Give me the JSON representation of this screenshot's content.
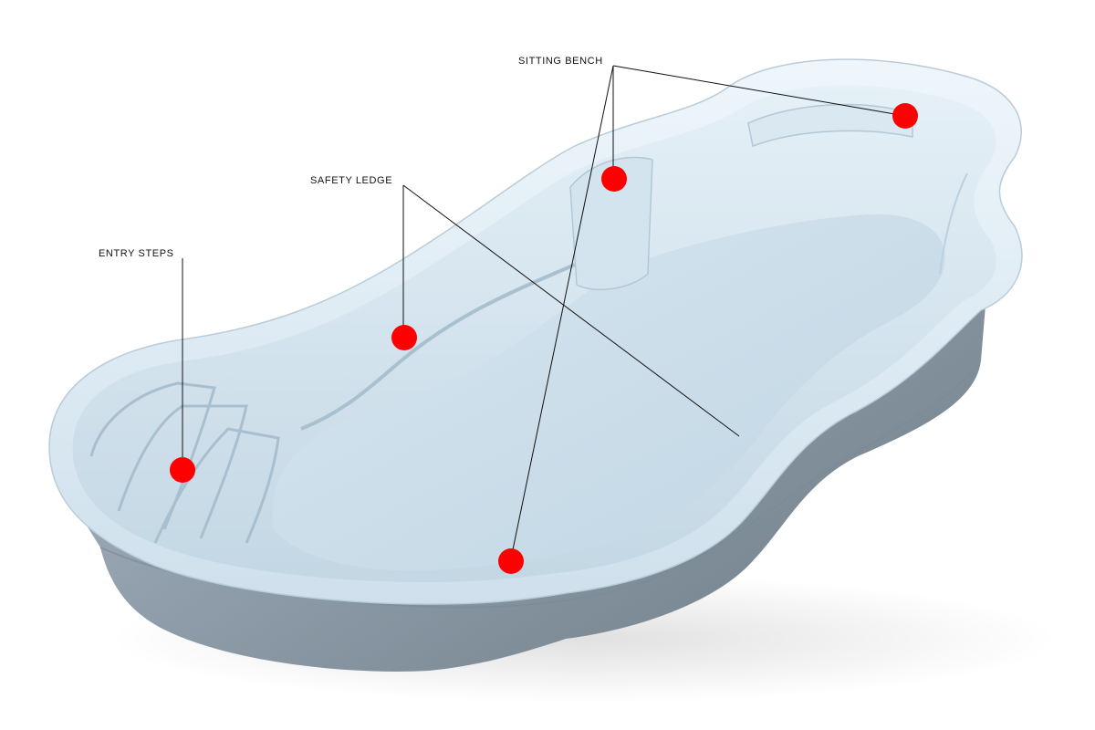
{
  "callouts": [
    {
      "id": "entry-steps",
      "label": "ENTRY STEPS"
    },
    {
      "id": "safety-ledge",
      "label": "SAFETY LEDGE"
    },
    {
      "id": "sitting-bench",
      "label": "SITTING BENCH"
    }
  ],
  "colors": {
    "marker": "#ff0000",
    "pool_rim": "#dcebf5",
    "pool_interior": "#cfe2ee",
    "pool_floor": "#c9dde9",
    "pool_shell_outer": "#8d9ba6",
    "pool_shell_dark": "#6f7d88",
    "leader_lines": "#111111"
  }
}
